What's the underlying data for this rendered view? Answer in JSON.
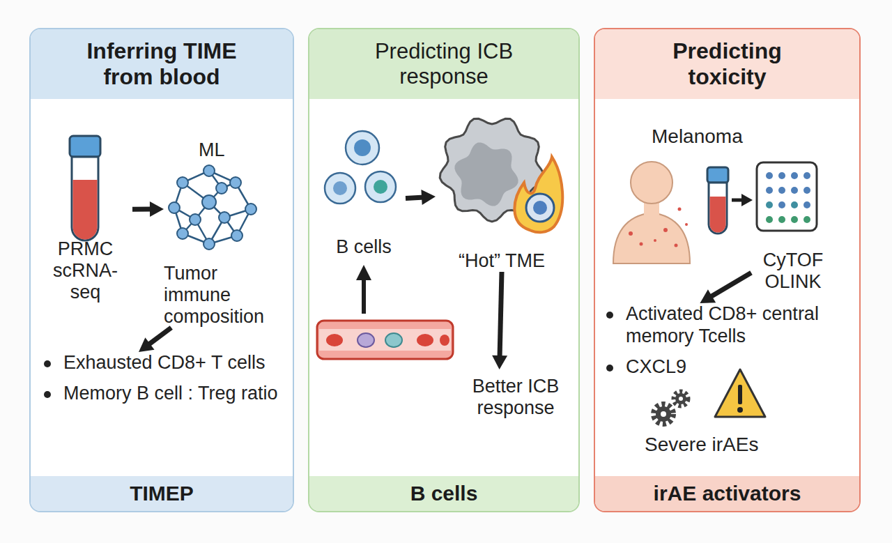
{
  "diagram": {
    "nodes": [
      {
        "text": [
          "Inferring TIME from blood",
          "TIMEP"
        ]
      },
      {
        "text": [
          "PRMC scRNA-seq"
        ],
        "in": 0
      },
      {
        "text": [
          "ML",
          "Tumor immune composition"
        ],
        "in": 0
      },
      {
        "text": [
          "Exhausted CD8+ T cells",
          "Memory B cell : Treg ratio"
        ],
        "in": 0
      },
      {
        "text": [
          "Predicting ICB response",
          "B cells"
        ]
      },
      {
        "text": [
          "B cells"
        ],
        "in": 4
      },
      {
        "text": [
          "“Hot” TME"
        ],
        "in": 4
      },
      {
        "text": [
          "Better ICB response"
        ],
        "in": 4
      },
      {
        "text": [
          "Predicting toxicity",
          "irAE activators"
        ]
      },
      {
        "text": [
          "CyTOF OLINK"
        ],
        "in": 8
      },
      {
        "text": [
          "Activated CD8+ central memory Tcells",
          "CXCL9"
        ],
        "in": 8
      }
    ],
    "edges": [
      {
        "from": 1,
        "to": 2,
        "arrow": "to"
      },
      {
        "from": 2,
        "to": 3,
        "arrow": "to"
      },
      {
        "from": 5,
        "to": 6,
        "arrow": "to"
      },
      {
        "from": 6,
        "to": 7,
        "arrow": "to"
      },
      {
        "from": 9,
        "to": 10,
        "arrow": "to"
      }
    ],
    "labels": [
      "Melanoma",
      "Severe irAEs"
    ]
  }
}
